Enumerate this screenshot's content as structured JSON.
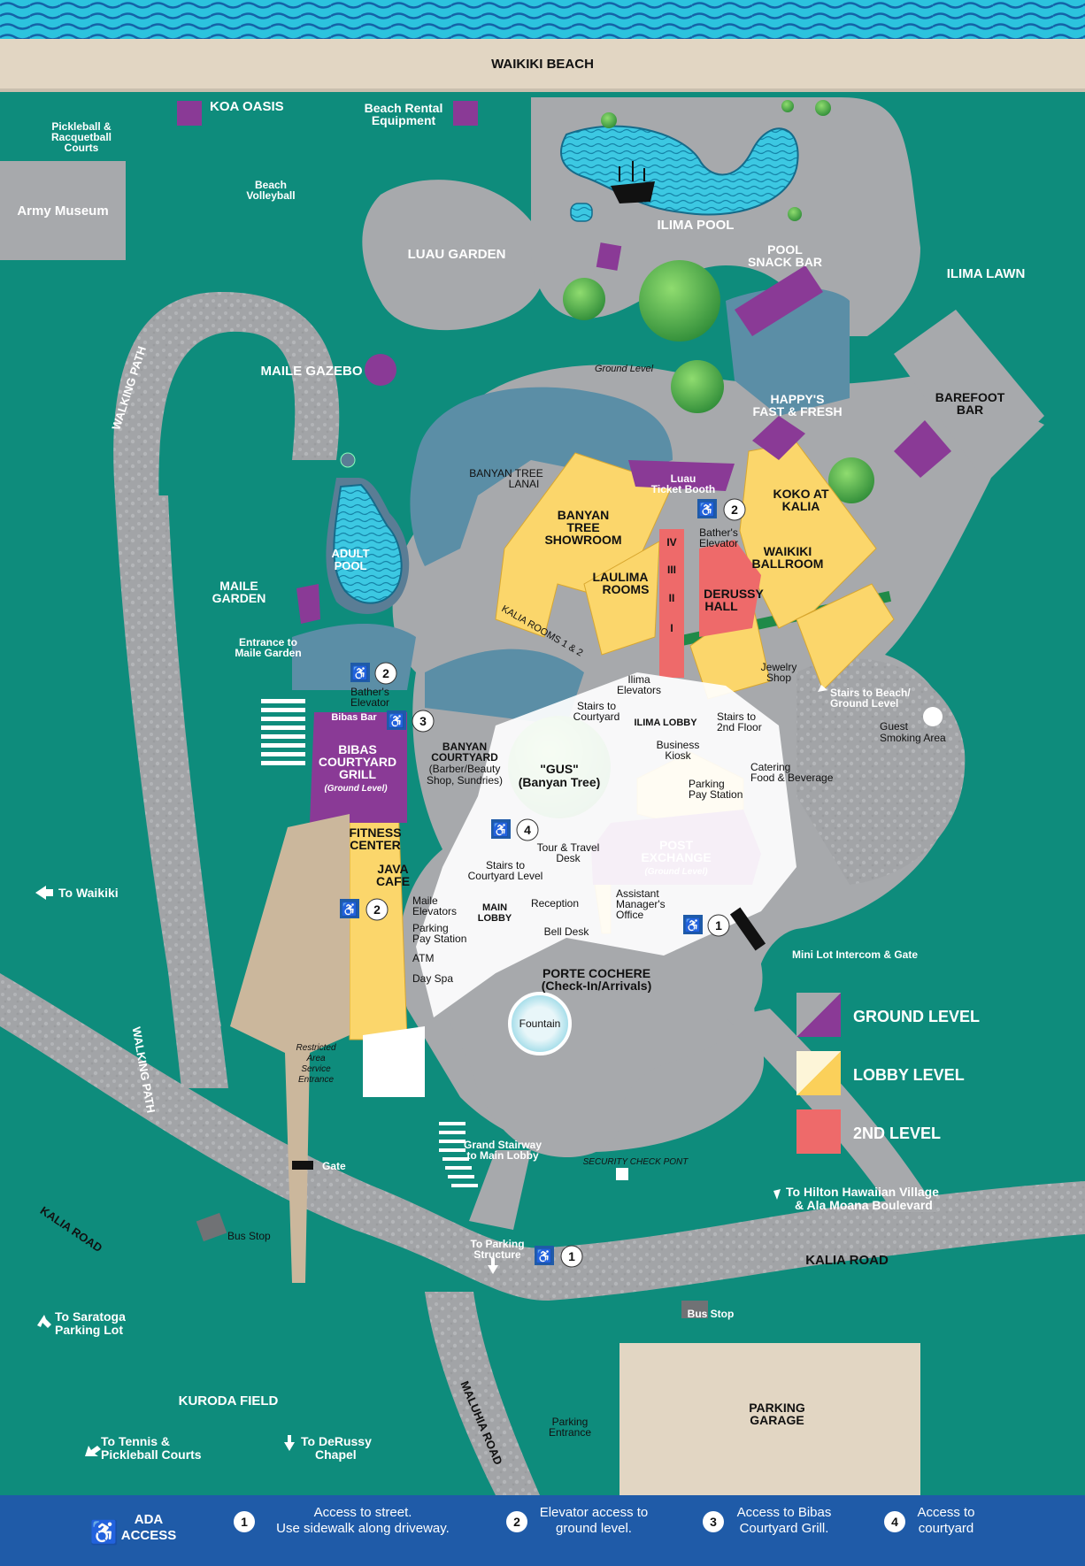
{
  "map": {
    "beach": "WAIKIKI BEACH",
    "labels": {
      "koa_oasis": "KOA OASIS",
      "beach_rental_1": "Beach Rental",
      "beach_rental_2": "Equipment",
      "pickleball_1": "Pickleball &",
      "pickleball_2": "Racquetball",
      "pickleball_3": "Courts",
      "army_museum": "Army Museum",
      "beach_volleyball_1": "Beach",
      "beach_volleyball_2": "Volleyball",
      "luau_garden": "LUAU GARDEN",
      "ilima_pool": "ILIMA POOL",
      "pool_snack_1": "POOL",
      "pool_snack_2": "SNACK BAR",
      "ilima_lawn": "ILIMA LAWN",
      "walking_path": "WALKING PATH",
      "maile_gazebo": "MAILE GAZEBO",
      "ground_level": "Ground Level",
      "happys_1": "HAPPY'S",
      "happys_2": "FAST & FRESH",
      "barefoot_1": "BAREFOOT",
      "barefoot_2": "BAR",
      "banyan_lanai_1": "BANYAN TREE",
      "banyan_lanai_2": "LANAI",
      "luau_ticket_1": "Luau",
      "luau_ticket_2": "Ticket Booth",
      "koko_1": "KOKO AT",
      "koko_2": "KALIA",
      "banyan_showroom_1": "BANYAN",
      "banyan_showroom_2": "TREE",
      "banyan_showroom_3": "SHOWROOM",
      "bathers_elev_1": "Bather's",
      "bathers_elev_2": "Elevator",
      "waikiki_ballroom_1": "WAIKIKI",
      "waikiki_ballroom_2": "BALLROOM",
      "adult_pool_1": "ADULT",
      "adult_pool_2": "POOL",
      "laulima_1": "LAULIMA",
      "laulima_2": "ROOMS",
      "derussy_1": "DERUSSY",
      "derussy_2": "HALL",
      "maile_garden_1": "MAILE",
      "maile_garden_2": "GARDEN",
      "kalia_rooms": "KALIA ROOMS 1 & 2",
      "entrance_maile_1": "Entrance to",
      "entrance_maile_2": "Maile Garden",
      "floor_iv": "IV",
      "floor_iii": "III",
      "floor_ii": "II",
      "floor_i": "I",
      "jewelry_1": "Jewelry",
      "jewelry_2": "Shop",
      "stairs_beach_1": "Stairs to Beach/",
      "stairs_beach_2": "Ground Level",
      "bathers_elev_w_1": "Bather's",
      "bathers_elev_w_2": "Elevator",
      "ilima_elev_1": "Ilima",
      "ilima_elev_2": "Elevators",
      "bibas_bar": "Bibas Bar",
      "stairs_courtyard_1": "Stairs to",
      "stairs_courtyard_2": "Courtyard",
      "ilima_lobby": "ILIMA LOBBY",
      "stairs_2nd_1": "Stairs to",
      "stairs_2nd_2": "2nd Floor",
      "guest_smoking_1": "Guest",
      "guest_smoking_2": "Smoking Area",
      "bibas_grill_1": "BIBAS",
      "bibas_grill_2": "COURTYARD",
      "bibas_grill_3": "GRILL",
      "bibas_grill_4": "(Ground Level)",
      "banyan_court_1": "BANYAN",
      "banyan_court_2": "COURTYARD",
      "banyan_court_3": "(Barber/Beauty",
      "banyan_court_4": "Shop, Sundries)",
      "gus_1": "\"GUS\"",
      "gus_2": "(Banyan Tree)",
      "business_1": "Business",
      "business_2": "Kiosk",
      "catering_1": "Catering",
      "catering_2": "Food & Beverage",
      "parking_pay_1": "Parking",
      "parking_pay_2": "Pay Station",
      "fitness_1": "FITNESS",
      "fitness_2": "CENTER",
      "post_1": "POST",
      "post_2": "EXCHANGE",
      "post_3": "(Ground Level)",
      "tour_1": "Tour & Travel",
      "tour_2": "Desk",
      "java_1": "JAVA",
      "java_2": "CAFE",
      "stairs_cy_level_1": "Stairs to",
      "stairs_cy_level_2": "Courtyard Level",
      "to_waikiki": "To Waikiki",
      "maile_elev_1": "Maile",
      "maile_elev_2": "Elevators",
      "asst_mgr_1": "Assistant",
      "asst_mgr_2": "Manager's",
      "asst_mgr_3": "Office",
      "reception": "Reception",
      "main_lobby_1": "MAIN",
      "main_lobby_2": "LOBBY",
      "parking_pay_w_1": "Parking",
      "parking_pay_w_2": "Pay Station",
      "bell_desk": "Bell Desk",
      "atm": "ATM",
      "day_spa": "Day Spa",
      "mini_lot": "Mini Lot Intercom & Gate",
      "porte_1": "PORTE COCHERE",
      "porte_2": "(Check-In/Arrivals)",
      "fountain": "Fountain",
      "restricted_1": "Restricted",
      "restricted_2": "Area",
      "restricted_3": "Service",
      "restricted_4": "Entrance",
      "walking_path_2": "WALKING PATH",
      "grand_stair_1": "Grand Stairway",
      "grand_stair_2": "to Main Lobby",
      "security": "SECURITY CHECK PONT",
      "gate": "Gate",
      "hilton_1": "To Hilton Hawaiian Village",
      "hilton_2": "& Ala Moana Boulevard",
      "kalia_road_w": "KALIA ROAD",
      "bus_stop_w": "Bus Stop",
      "to_parking_1": "To Parking",
      "to_parking_2": "Structure",
      "kalia_road_e": "KALIA ROAD",
      "saratoga_1": "To Saratoga",
      "saratoga_2": "Parking Lot",
      "bus_stop_e": "Bus Stop",
      "kuroda": "KURODA FIELD",
      "parking_garage_1": "PARKING",
      "parking_garage_2": "GARAGE",
      "parking_entrance_1": "Parking",
      "parking_entrance_2": "Entrance",
      "maluhia": "MALUHIA ROAD",
      "tennis_1": "To Tennis &",
      "tennis_2": "Pickleball Courts",
      "derussy_chapel_1": "To DeRussy",
      "derussy_chapel_2": "Chapel"
    },
    "markers": {
      "one": "1",
      "two": "2",
      "three": "3",
      "four": "4"
    },
    "icons": {
      "accessible": "wheelchair-icon",
      "restroom": "restroom-icon",
      "arrow": "arrow-icon",
      "ship": "pirate-ship-icon"
    }
  },
  "legend": {
    "ground": "GROUND LEVEL",
    "lobby": "LOBBY LEVEL",
    "second": "2ND LEVEL"
  },
  "footer": {
    "ada_1": "ADA",
    "ada_2": "ACCESS",
    "items": [
      {
        "num": "1",
        "line1": "Access to street.",
        "line2": "Use sidewalk along driveway."
      },
      {
        "num": "2",
        "line1": "Elevator access to",
        "line2": "ground level."
      },
      {
        "num": "3",
        "line1": "Access to Bibas",
        "line2": "Courtyard Grill."
      },
      {
        "num": "4",
        "line1": "Access to",
        "line2": "courtyard"
      }
    ]
  },
  "colors": {
    "water": "#2cc3de",
    "grass": "#0e8c7c",
    "walkway": "#a7a9ac",
    "ground_level": "#8a3a96",
    "lobby_level": "#fbd66b",
    "second_level": "#ee6a6a",
    "footer": "#1f5ba8",
    "sand": "#e2d6c3"
  }
}
